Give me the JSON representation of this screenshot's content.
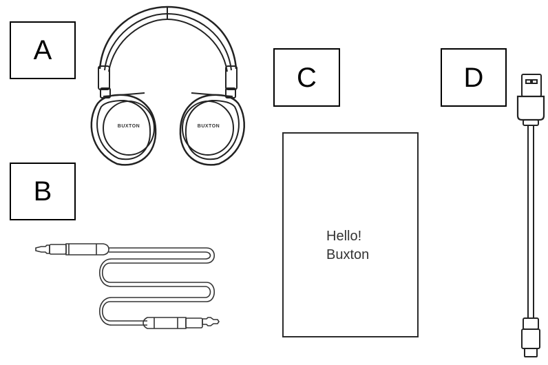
{
  "labels": {
    "a": "A",
    "b": "B",
    "c": "C",
    "d": "D"
  },
  "headphones": {
    "brand_left": "BUXTON",
    "brand_right": "BUXTON"
  },
  "manual": {
    "line1": "Hello!",
    "line2": "Buxton"
  }
}
